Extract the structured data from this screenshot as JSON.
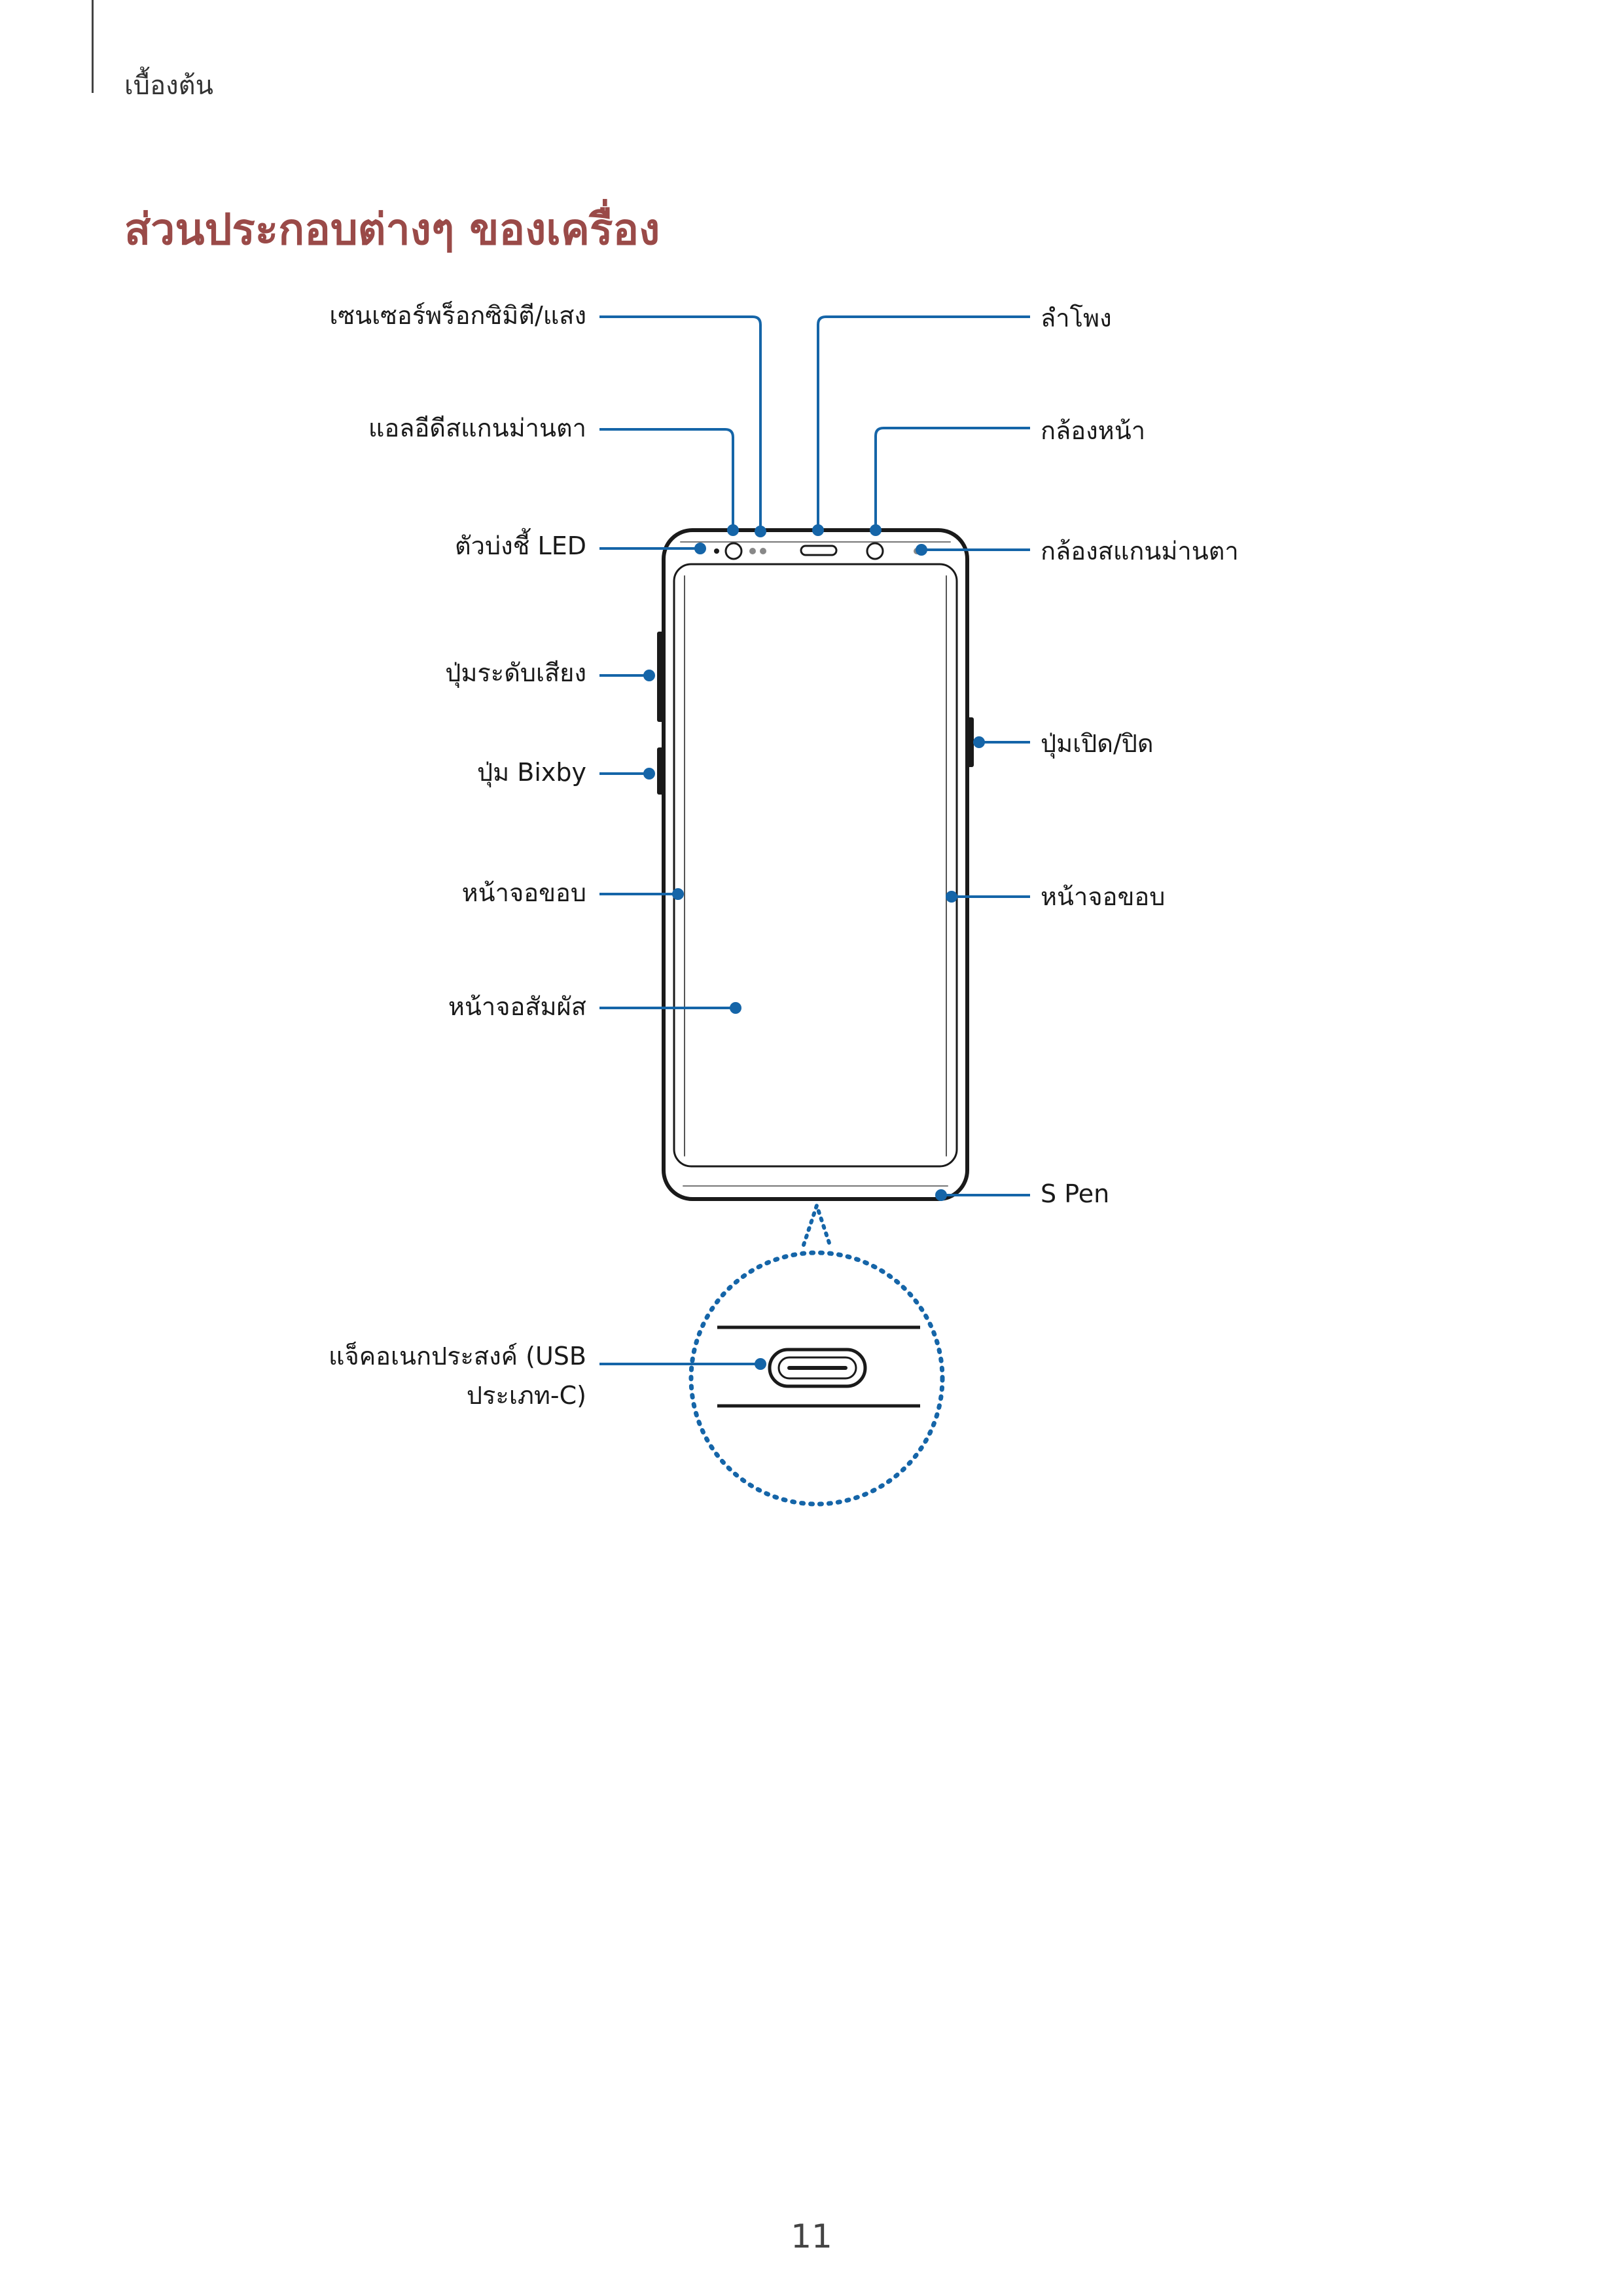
{
  "header": {
    "breadcrumb": "เบื้องต้น"
  },
  "title": "ส่วนประกอบต่างๆ ของเครื่อง",
  "callouts_left": [
    {
      "key": "proximity",
      "label": "เซนเซอร์พร็อกซิมิตี/แสง"
    },
    {
      "key": "iris_led",
      "label": "แอลอีดีสแกนม่านตา"
    },
    {
      "key": "led",
      "label": "ตัวบ่งชี้ LED"
    },
    {
      "key": "volume",
      "label": "ปุ่มระดับเสียง"
    },
    {
      "key": "bixby",
      "label": "ปุ่ม Bixby"
    },
    {
      "key": "edge_left",
      "label": "หน้าจอขอบ"
    },
    {
      "key": "touch",
      "label": "หน้าจอสัมผัส"
    },
    {
      "key": "usb_line1",
      "label": "แจ็คอเนกประสงค์ (USB"
    },
    {
      "key": "usb_line2",
      "label": "ประเภท-C)"
    }
  ],
  "callouts_right": [
    {
      "key": "speaker",
      "label": "ลำโพง"
    },
    {
      "key": "front_camera",
      "label": "กล้องหน้า"
    },
    {
      "key": "iris_camera",
      "label": "กล้องสแกนม่านตา"
    },
    {
      "key": "power",
      "label": "ปุ่มเปิด/ปิด"
    },
    {
      "key": "edge_right",
      "label": "หน้าจอขอบ"
    },
    {
      "key": "spen",
      "label": "S Pen"
    }
  ],
  "colors": {
    "title": "#9a4a48",
    "callout": "#1565a8",
    "outline": "#1a1a1a"
  },
  "footer": {
    "page_number": "11"
  }
}
